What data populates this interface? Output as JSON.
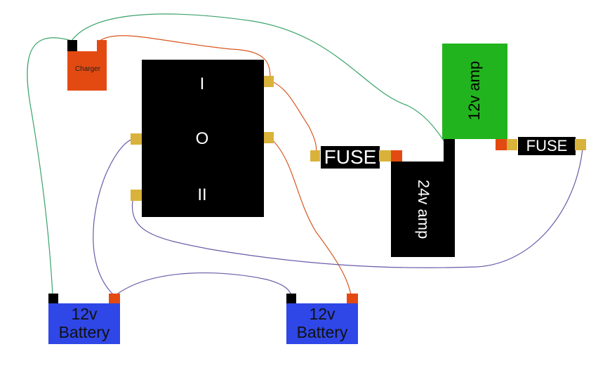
{
  "charger": {
    "label": "Charger"
  },
  "switch": {
    "position_1": "I",
    "position_2": "O",
    "position_3": "II"
  },
  "fuse_left": {
    "label": "FUSE"
  },
  "fuse_right": {
    "label": "FUSE"
  },
  "amp_12v": {
    "label": "12v amp"
  },
  "amp_24v": {
    "label": "24v amp"
  },
  "battery_left": {
    "line1": "12v",
    "line2": "Battery"
  },
  "battery_right": {
    "line1": "12v",
    "line2": "Battery"
  },
  "colors": {
    "charger": "#e34a12",
    "switch": "#000000",
    "terminal_gold": "#d8b23a",
    "terminal_red": "#e34a12",
    "amp_12v": "#22b41e",
    "amp_24v": "#000000",
    "battery": "#2f47e6",
    "wire_green": "#3aa36a",
    "wire_red": "#d8571f",
    "wire_purple": "#6a5aa8"
  }
}
